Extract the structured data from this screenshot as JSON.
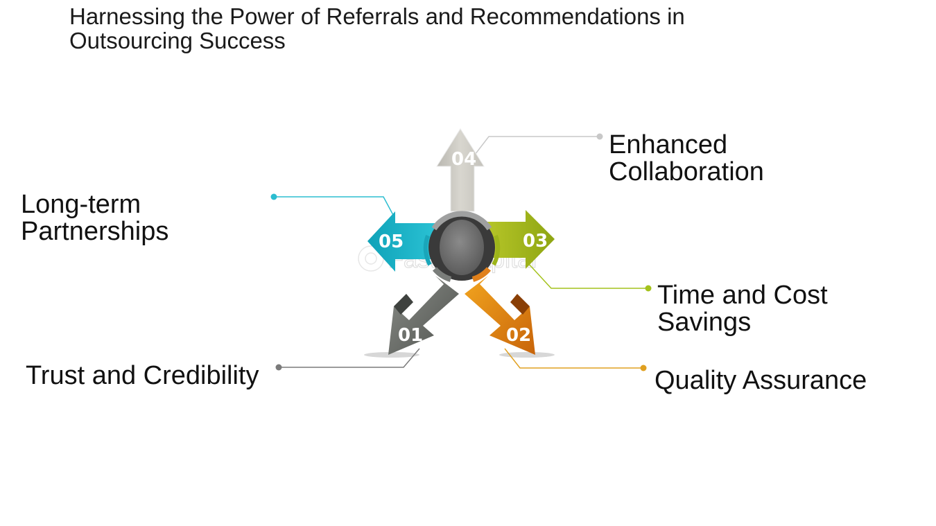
{
  "title": {
    "line1": "Harnessing the Power of Referrals and Recommendations in",
    "line2": "Outsourcing Success"
  },
  "items": [
    {
      "number": "01",
      "label": "Trust and Credibility",
      "color": "#6b6e6a"
    },
    {
      "number": "02",
      "label": "Quality Assurance",
      "color": "#e8900f"
    },
    {
      "number": "03",
      "label_line1": "Time and Cost",
      "label_line2": "Savings",
      "color": "#a2b51c"
    },
    {
      "number": "04",
      "label_line1": "Enhanced",
      "label_line2": "Collaboration",
      "color": "#cfcdc6"
    },
    {
      "number": "05",
      "label_line1": "Long-term",
      "label_line2": "Partnerships",
      "color": "#1bb3c8"
    }
  ],
  "watermark": "FasterCapital",
  "colors": {
    "hub": "#6d6d6d",
    "connector_01": "#7a7a7a",
    "connector_02": "#e0a020",
    "connector_03": "#a4c21c",
    "connector_04": "#c8c8c8",
    "connector_05": "#2bbdd0"
  }
}
